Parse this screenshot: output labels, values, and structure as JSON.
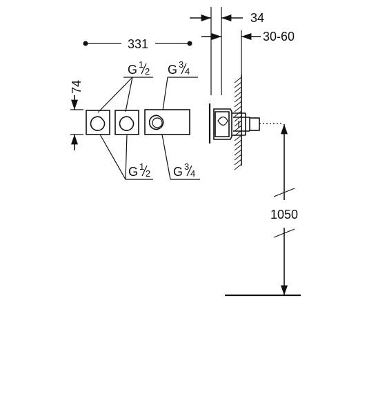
{
  "dimensions": {
    "total_width": "331",
    "height_plate": "74",
    "wall_offset": "34",
    "wall_depth_range": "30-60",
    "floor_height": "1050"
  },
  "connections": {
    "top_left": {
      "prefix": "G",
      "numerator": "1",
      "denominator": "2"
    },
    "top_right": {
      "prefix": "G",
      "numerator": "3",
      "denominator": "4"
    },
    "bottom_left": {
      "prefix": "G",
      "numerator": "1",
      "denominator": "2"
    },
    "bottom_right": {
      "prefix": "G",
      "numerator": "3",
      "denominator": "4"
    }
  },
  "colors": {
    "line": "#111111",
    "background": "#ffffff"
  }
}
